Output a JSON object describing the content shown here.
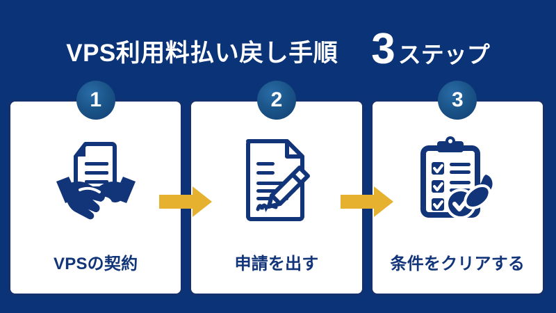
{
  "header": {
    "title": "VPS利用料払い戻し手順",
    "count": "3",
    "count_unit": "ステップ"
  },
  "colors": {
    "background": "#0b3378",
    "card_background": "#ffffff",
    "card_border": "#15306e",
    "badge_blue": "#1b5589",
    "arrow_amber": "#e5b12f",
    "label_navy": "#12357a",
    "title_white": "#ffffff"
  },
  "steps": [
    {
      "number": "1",
      "label": "VPSの契約",
      "icon": "handshake-document-icon"
    },
    {
      "number": "2",
      "label": "申請を出す",
      "icon": "document-pen-signature-icon"
    },
    {
      "number": "3",
      "label": "条件をクリアする",
      "icon": "clipboard-checklist-stamp-icon"
    }
  ],
  "arrows": [
    {
      "name": "arrow-step1-to-step2"
    },
    {
      "name": "arrow-step2-to-step3"
    }
  ]
}
